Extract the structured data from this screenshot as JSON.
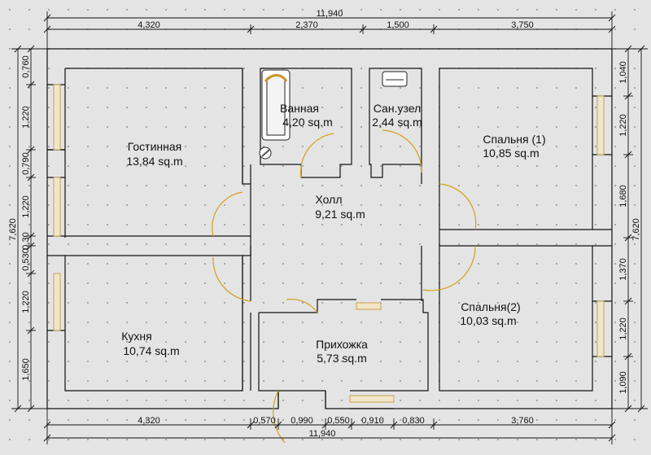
{
  "plan": {
    "rooms": [
      {
        "id": "gostinnaya",
        "name": "Гостинная",
        "area": "13,84 sq.m"
      },
      {
        "id": "vannaya",
        "name": "Ванная",
        "area": "4,20 sq.m"
      },
      {
        "id": "sanuzel",
        "name": "Сан.узел",
        "area": "2,44 sq.m"
      },
      {
        "id": "spalnya1",
        "name": "Спальня (1)",
        "area": "10,85 sq.m"
      },
      {
        "id": "holl",
        "name": "Холл",
        "area": "9,21 sq.m"
      },
      {
        "id": "spalnya2",
        "name": "Спальня(2)",
        "area": "10,03 sq.m"
      },
      {
        "id": "kuhnya",
        "name": "Кухня",
        "area": "10,74 sq.m"
      },
      {
        "id": "prihozhka",
        "name": "Прихожка",
        "area": "5,73 sq.m"
      }
    ],
    "dimensions": {
      "top_total": "11,940",
      "top_segments": [
        "4,320",
        "2,370",
        "1,500",
        "3,750"
      ],
      "bottom_total": "11,940",
      "bottom_segments": [
        "4,320",
        "0,570",
        "0,990",
        "0,550",
        "0,910",
        "0,830",
        "3,760"
      ],
      "left_total": "7,620",
      "left_segments": [
        "0,760",
        "1,220",
        "0,790",
        "1,220",
        "0,30",
        "0,530",
        "1,220",
        "1,650"
      ],
      "right_total": "7,620",
      "right_segments": [
        "1,040",
        "1,220",
        "1,680",
        "1,370",
        "1,220",
        "1,090"
      ]
    },
    "colors": {
      "background": "#e4e4e4",
      "wall_line": "#111111",
      "door_arc": "#d4a017",
      "window": "#c8a050",
      "dimension_line": "#111111"
    }
  }
}
